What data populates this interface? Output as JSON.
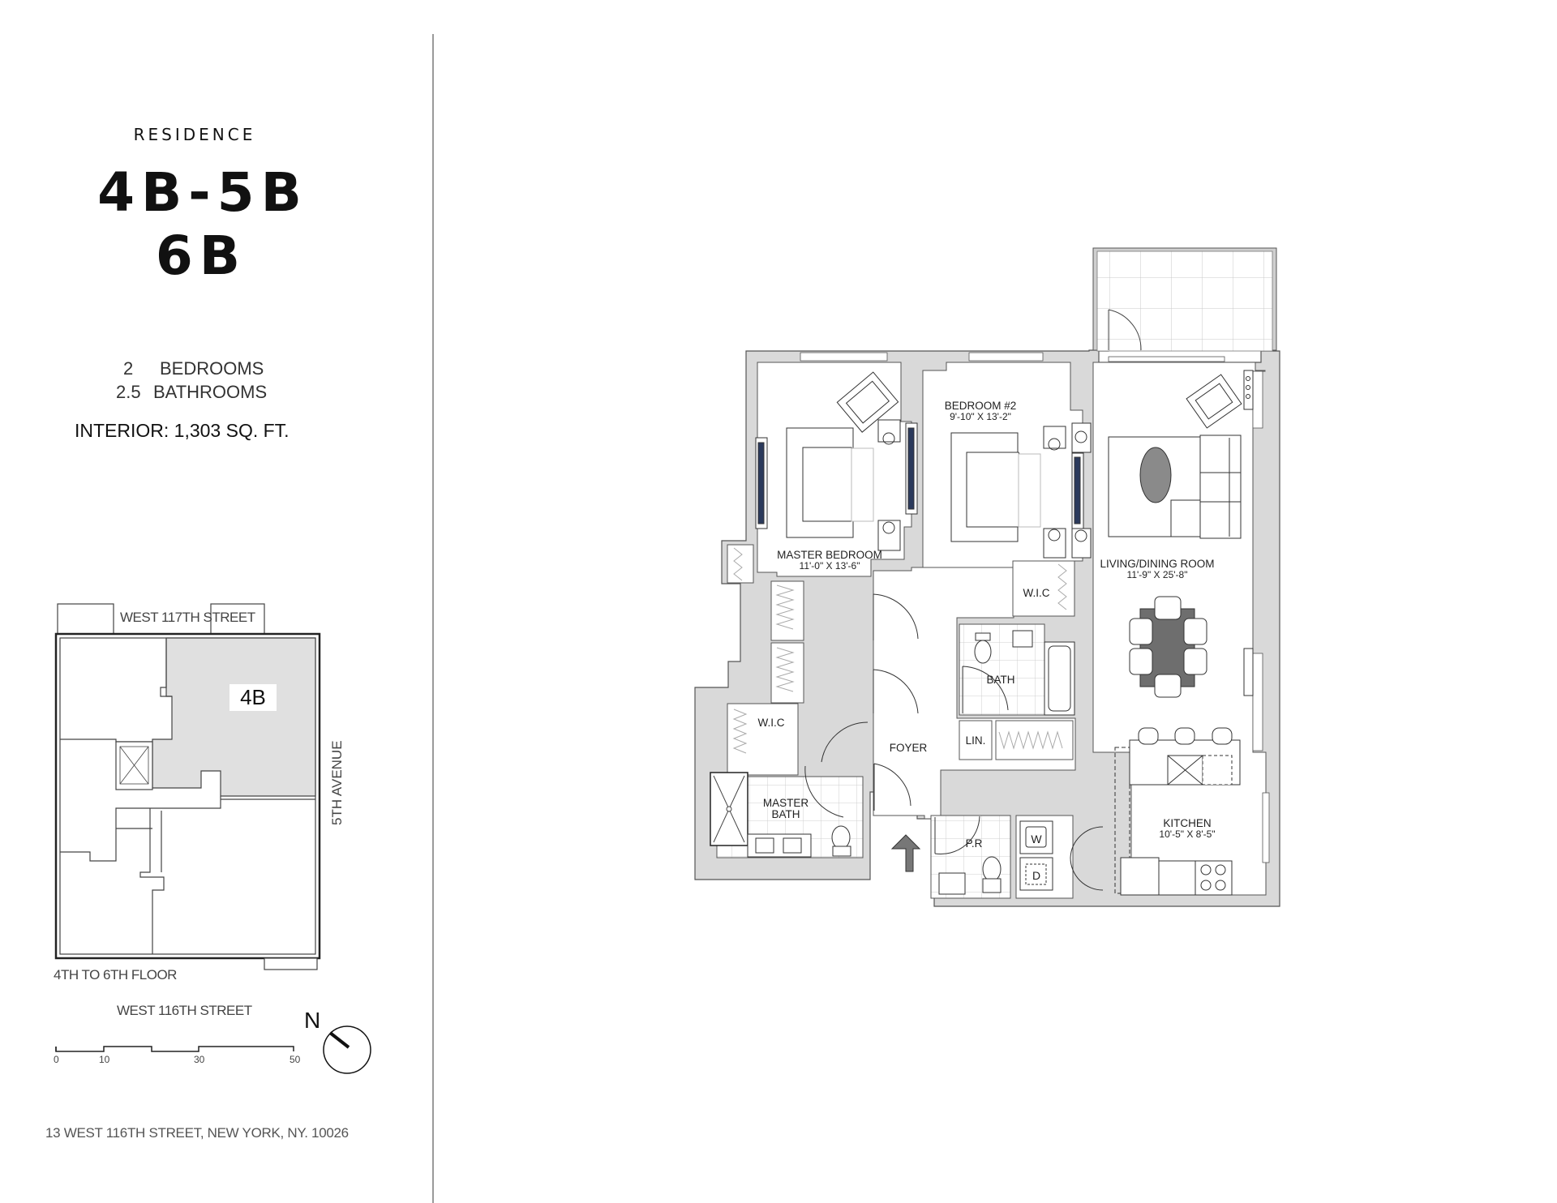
{
  "header": {
    "residence_label": "RESIDENCE",
    "unit_line1": "4B-5B",
    "unit_line2": "6B"
  },
  "specs": {
    "bedrooms_count": "2",
    "bedrooms_label": "BEDROOMS",
    "bathrooms_count": "2.5",
    "bathrooms_label": "BATHROOMS",
    "interior": "INTERIOR: 1,303 SQ. FT."
  },
  "key_plan": {
    "north_street": "WEST 117TH STREET",
    "south_street": "WEST 116TH STREET",
    "east_avenue": "5TH AVENUE",
    "highlighted_unit": "4B",
    "floor_range": "4TH TO 6TH FLOOR",
    "highlight_color": "#e0e0e0"
  },
  "scale_bar": {
    "ticks": [
      "0",
      "10",
      "30",
      "50"
    ]
  },
  "compass": {
    "north_label": "N"
  },
  "address": "13 WEST 116TH STREET, NEW YORK,  NY. 10026",
  "floor_plan": {
    "wall_color": "#d9d9d9",
    "accent_color": "#2b3a5c",
    "rooms": [
      {
        "name": "MASTER BEDROOM",
        "dims": "11'-0\" X 13'-6\""
      },
      {
        "name": "BEDROOM #2",
        "dims": "9'-10\" X 13'-2\""
      },
      {
        "name": "LIVING/DINING ROOM",
        "dims": "11'-9\" X 25'-8\""
      },
      {
        "name": "KITCHEN",
        "dims": "10'-5\" X 8'-5\""
      },
      {
        "name": "W.I.C",
        "dims": ""
      },
      {
        "name": "W.I.C",
        "dims": ""
      },
      {
        "name": "BATH",
        "dims": ""
      },
      {
        "name": "LIN.",
        "dims": ""
      },
      {
        "name": "FOYER",
        "dims": ""
      },
      {
        "name": "MASTER",
        "dims": "BATH"
      },
      {
        "name": "P.R",
        "dims": ""
      }
    ],
    "appliances": {
      "washer": "W",
      "dryer": "D"
    }
  }
}
